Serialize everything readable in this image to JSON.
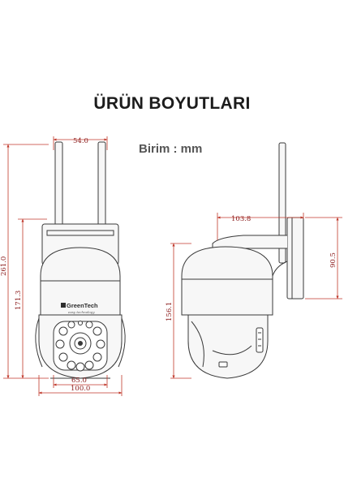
{
  "title": "ÜRÜN BOYUTLARI",
  "unit_label": "Birim : mm",
  "brand": "GreenTech",
  "brand_tagline": "easy technology",
  "colors": {
    "dimension": "#c0392b",
    "outline": "#3a3a3a",
    "fill": "#f7f7f7"
  },
  "dimensions": {
    "front_top_width": "54.0",
    "front_total_height": "261.0",
    "front_body_height": "171.3",
    "front_base_width": "65.0",
    "front_body_width": "100.0",
    "side_depth": "103.8",
    "side_mount_height": "90.5",
    "side_body_height": "156.1"
  }
}
